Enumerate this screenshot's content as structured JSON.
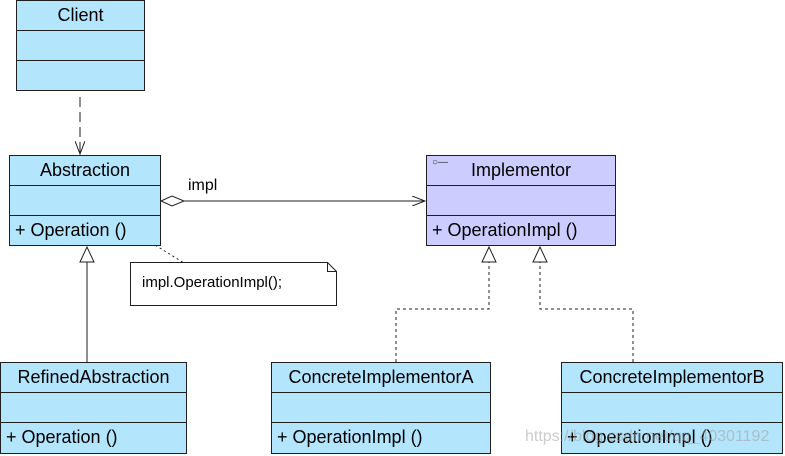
{
  "classes": {
    "client": {
      "name": "Client",
      "operation": ""
    },
    "abstraction": {
      "name": "Abstraction",
      "operation": "+  Operation ()"
    },
    "implementor": {
      "name": "Implementor",
      "operation": "+ OperationImpl ()",
      "icon": "interface-icon"
    },
    "refined_abstraction": {
      "name": "RefinedAbstraction",
      "operation": "+ Operation ()"
    },
    "concrete_a": {
      "name": "ConcreteImplementorA",
      "operation": "+ OperationImpl ()"
    },
    "concrete_b": {
      "name": "ConcreteImplementorB",
      "operation": "+ OperationImpl ()"
    }
  },
  "association": {
    "label": "impl"
  },
  "note": {
    "text": "impl.OperationImpl();"
  },
  "watermark": {
    "text": "https://blog.csdn.net/qq_40301192"
  },
  "colors": {
    "class_fill": "#b3e5fc",
    "interface_fill": "#ccccff",
    "line": "#1f1f1f"
  }
}
